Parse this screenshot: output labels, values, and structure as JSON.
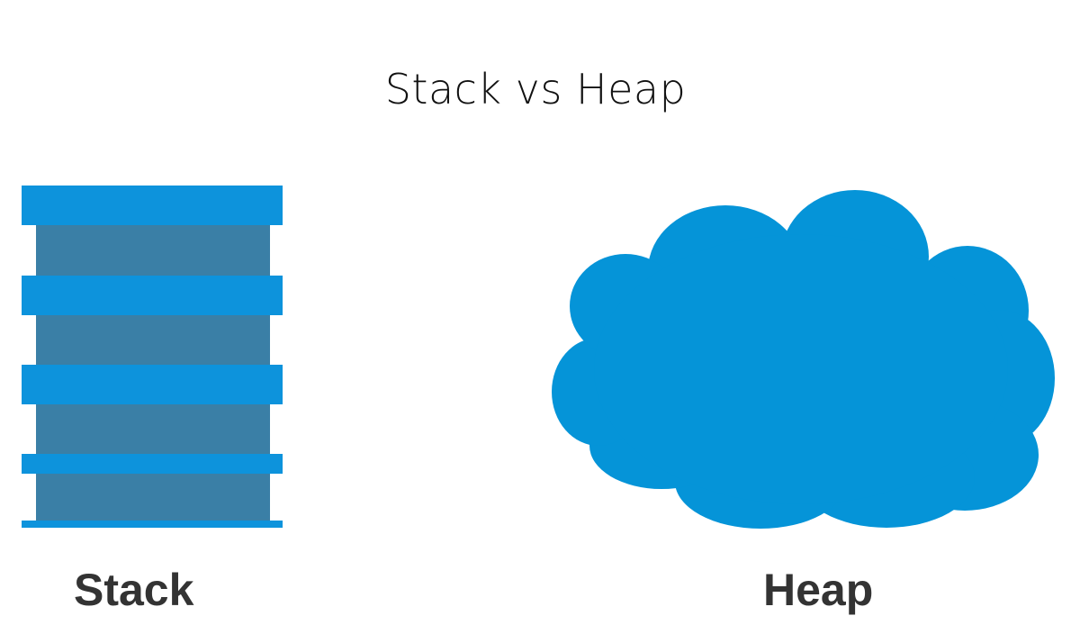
{
  "title": "Stack vs Heap",
  "stack": {
    "label": "Stack",
    "layer_count": 4,
    "plate_color": "#0d93dc",
    "body_color": "#3a7fa6"
  },
  "heap": {
    "label": "Heap",
    "cloud_color": "#0594d8"
  }
}
